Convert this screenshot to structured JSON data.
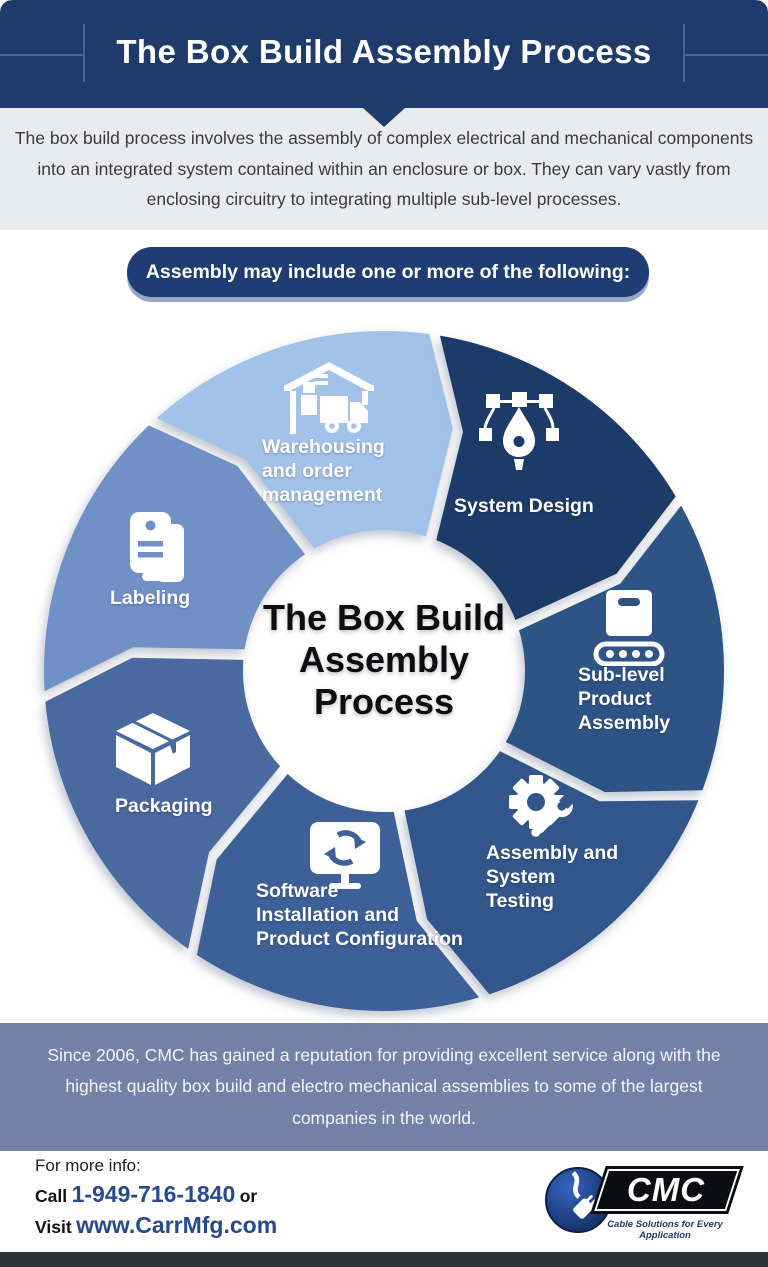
{
  "header": {
    "title": "The Box Build Assembly Process"
  },
  "intro": {
    "text": "The box build process involves the assembly of complex electrical and mechanical components\ninto an integrated system contained within an enclosure or box. They can vary vastly from\nenclosing circuitry to integrating multiple sub-level processes."
  },
  "pill": {
    "label": "Assembly may include one or more of the following:"
  },
  "wheel": {
    "center_title": "The Box Build\nAssembly\nProcess",
    "segments": [
      {
        "id": "warehousing",
        "label": "Warehousing\nand order\nmanagement",
        "icon": "warehouse-truck-icon",
        "color": "#a3c2e9"
      },
      {
        "id": "system-design",
        "label": "System Design",
        "icon": "pen-tool-icon",
        "color": "#1d3b69"
      },
      {
        "id": "sub-level-product-assembly",
        "label": "Sub-level\nProduct\nAssembly",
        "icon": "conveyor-box-icon",
        "color": "#2e5285"
      },
      {
        "id": "assembly-system-testing",
        "label": "Assembly and\nSystem\nTesting",
        "icon": "gear-wrench-icon",
        "color": "#32568c"
      },
      {
        "id": "software-installation",
        "label": "Software\nInstallation and\nProduct Configuration",
        "icon": "monitor-sync-icon",
        "color": "#3e6198"
      },
      {
        "id": "packaging",
        "label": "Packaging",
        "icon": "package-box-icon",
        "color": "#48699f"
      },
      {
        "id": "labeling",
        "label": "Labeling",
        "icon": "tags-icon",
        "color": "#7090c6"
      }
    ]
  },
  "about": {
    "text": "Since 2006, CMC has gained a reputation for providing excellent service along with the\nhighest quality box build and electro mechanical assemblies to some of the largest\ncompanies in the world."
  },
  "footer": {
    "info_label": "For more info:",
    "call_label": "Call",
    "phone": "1-949-716-1840",
    "or_label": "or",
    "visit_label": "Visit",
    "website": "www.CarrMfg.com",
    "logo": {
      "name": "CMC",
      "tagline": "Cable Solutions for Every Application"
    }
  },
  "colors": {
    "header_navy": "#1f3b6c",
    "pill_navy": "#1f3d72",
    "intro_gray": "#e9ebee",
    "band_periwinkle": "#7381a7",
    "link_blue": "#27498e"
  }
}
